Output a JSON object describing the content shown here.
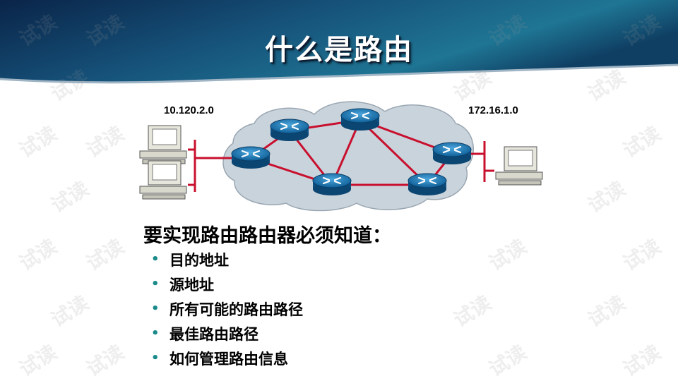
{
  "slide": {
    "title": "什么是路由",
    "network_left": "10.120.2.0",
    "network_right": "172.16.1.0",
    "intro": "要实现路由路由器必须知道：",
    "bullets": [
      "目的地址",
      "源地址",
      "所有可能的路由路径",
      "最佳路由路径",
      "如何管理路由信息"
    ],
    "watermark": "试读"
  },
  "colors": {
    "header_dark": "#0c2a4e",
    "header_teal": "#1f6f8e",
    "link_red": "#c8102e",
    "router_blue": "#1c78b4",
    "cloud": "#c9d3dc",
    "bullet": "#1a8a8a"
  },
  "icons": [
    "router-icon",
    "workstation-icon",
    "cloud-icon"
  ]
}
